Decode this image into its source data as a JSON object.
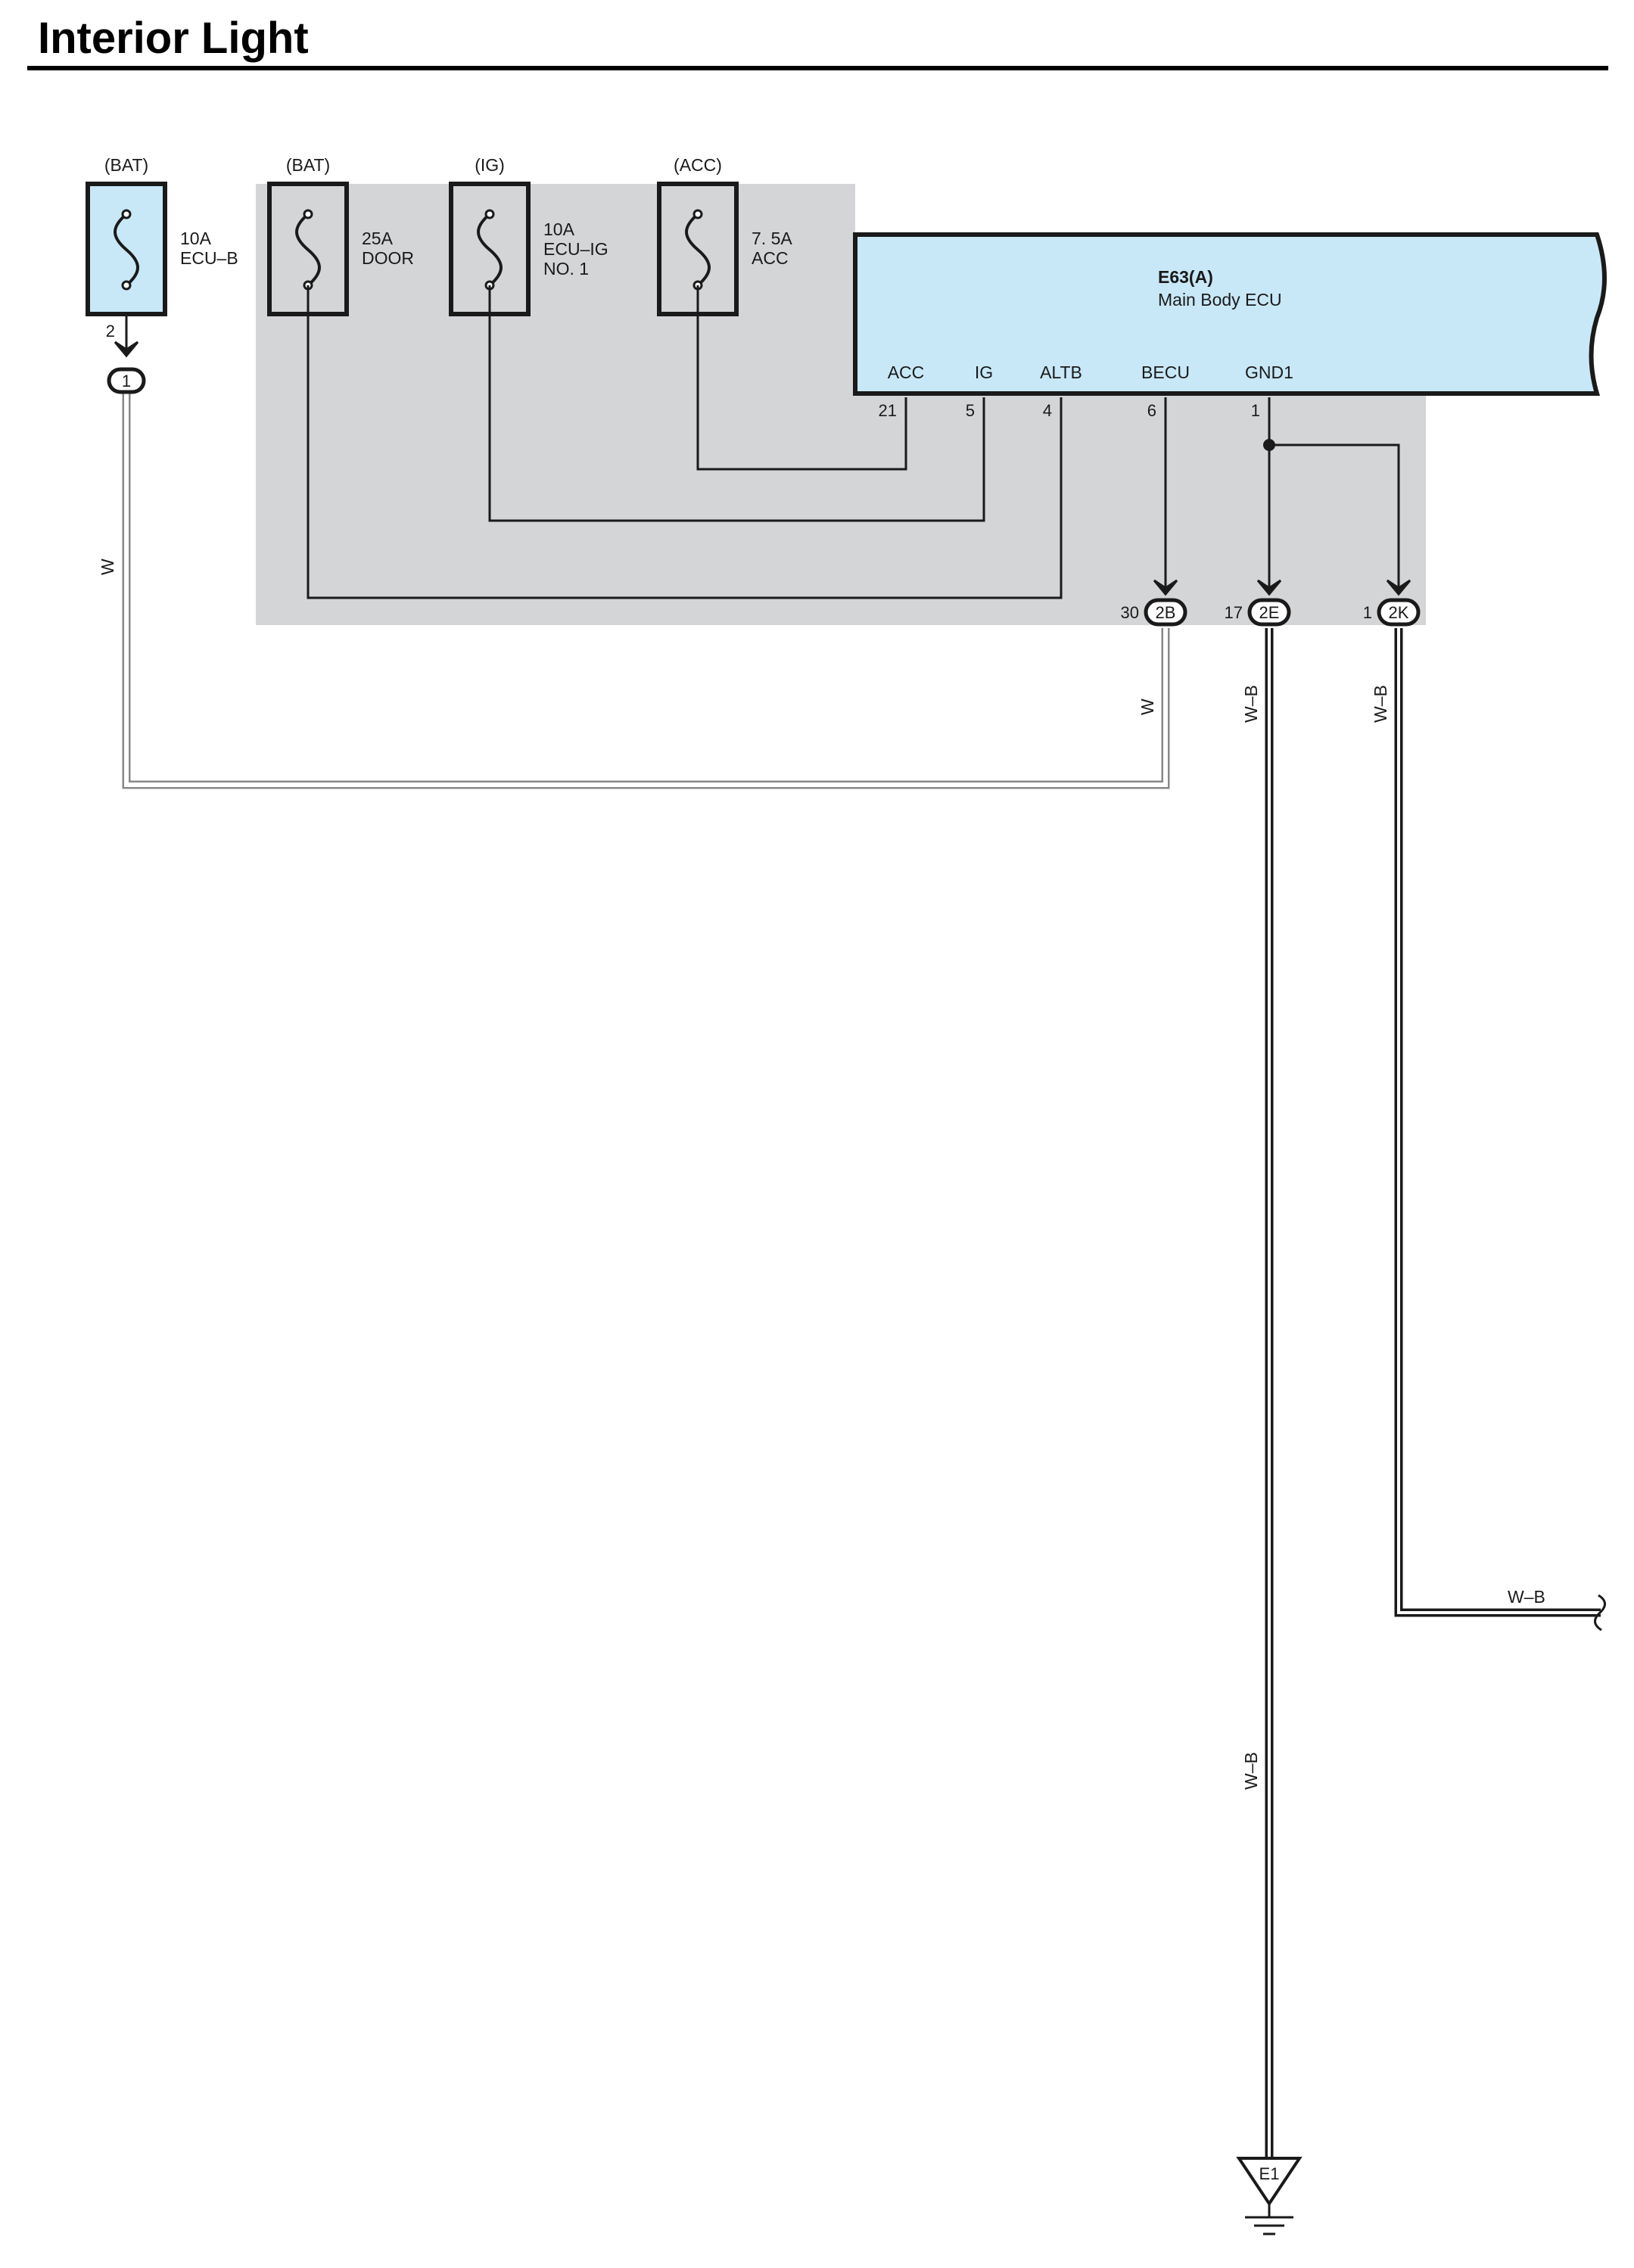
{
  "title": "Interior Light",
  "fuses": [
    {
      "source": "(BAT)",
      "rating": "10A",
      "name1": "ECU–B",
      "name2": ""
    },
    {
      "source": "(BAT)",
      "rating": "25A",
      "name1": "DOOR",
      "name2": ""
    },
    {
      "source": "(IG)",
      "rating": "10A",
      "name1": "ECU–IG",
      "name2": "NO. 1"
    },
    {
      "source": "(ACC)",
      "rating": "7. 5A",
      "name1": "ACC",
      "name2": ""
    }
  ],
  "fuse_out_pin": "2",
  "fuse_connector": "1",
  "ecu": {
    "code": "E63(A)",
    "name": "Main Body ECU",
    "terminals": [
      {
        "label": "ACC",
        "pin": "21"
      },
      {
        "label": "IG",
        "pin": "5"
      },
      {
        "label": "ALTB",
        "pin": "4"
      },
      {
        "label": "BECU",
        "pin": "6"
      },
      {
        "label": "GND1",
        "pin": "1"
      }
    ]
  },
  "connectors": [
    {
      "id": "2B",
      "pin": "30"
    },
    {
      "id": "2E",
      "pin": "17"
    },
    {
      "id": "2K",
      "pin": "1"
    }
  ],
  "wire_colors": {
    "left": "W",
    "becu": "W",
    "gnd_2e_upper": "W–B",
    "gnd_2k": "W–B",
    "gnd_2e_lower": "W–B",
    "right_out": "W–B"
  },
  "ground": {
    "label": "E1"
  },
  "colors": {
    "ecu_fill": "#c8e8f8",
    "junction_block_fill": "#d4d5d7",
    "fuse_fill": "#d4d5d7",
    "fuse_ecu_b_fill": "#c8e8f8"
  }
}
